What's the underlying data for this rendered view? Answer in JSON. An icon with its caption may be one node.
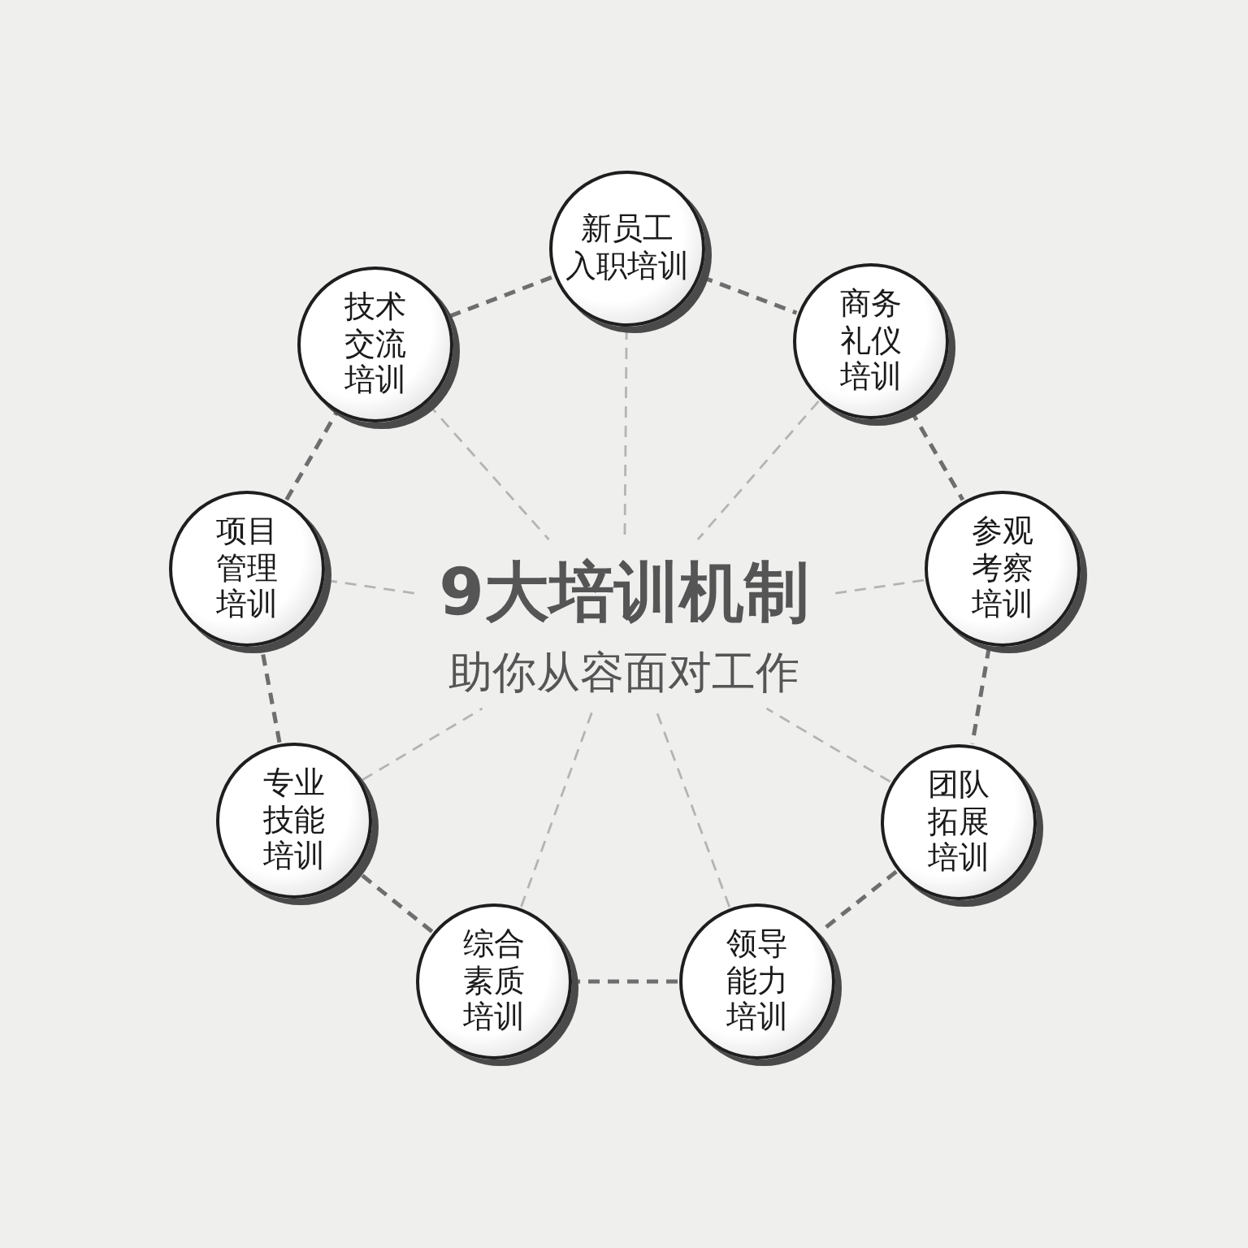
{
  "diagram": {
    "nodes": [
      {
        "text": [
          "9大培训机制",
          "助你从容面对工作"
        ]
      },
      {
        "text": [
          "新员工入职培训"
        ]
      },
      {
        "text": [
          "商务礼仪培训"
        ]
      },
      {
        "text": [
          "参观考察培训"
        ]
      },
      {
        "text": [
          "团队拓展培训"
        ]
      },
      {
        "text": [
          "领导能力培训"
        ]
      },
      {
        "text": [
          "综合素质培训"
        ]
      },
      {
        "text": [
          "专业技能培训"
        ]
      },
      {
        "text": [
          "项目管理培训"
        ]
      },
      {
        "text": [
          "技术交流培训"
        ]
      }
    ],
    "edges": [
      {
        "from": 1,
        "to": 2,
        "arrow": "none",
        "style": "dashed",
        "color": "#6e6e6e"
      },
      {
        "from": 2,
        "to": 3,
        "arrow": "none",
        "style": "dashed",
        "color": "#6e6e6e"
      },
      {
        "from": 3,
        "to": 4,
        "arrow": "none",
        "style": "dashed",
        "color": "#6e6e6e"
      },
      {
        "from": 4,
        "to": 5,
        "arrow": "none",
        "style": "dashed",
        "color": "#6e6e6e"
      },
      {
        "from": 5,
        "to": 6,
        "arrow": "none",
        "style": "dashed",
        "color": "#6e6e6e"
      },
      {
        "from": 6,
        "to": 7,
        "arrow": "none",
        "style": "dashed",
        "color": "#6e6e6e"
      },
      {
        "from": 7,
        "to": 8,
        "arrow": "none",
        "style": "dashed",
        "color": "#6e6e6e"
      },
      {
        "from": 8,
        "to": 9,
        "arrow": "none",
        "style": "dashed",
        "color": "#6e6e6e"
      },
      {
        "from": 9,
        "to": 1,
        "arrow": "none",
        "style": "dashed",
        "color": "#6e6e6e"
      },
      {
        "from": 1,
        "to": 0,
        "arrow": "none",
        "style": "dashed",
        "color": "#b4b4b4"
      },
      {
        "from": 2,
        "to": 0,
        "arrow": "none",
        "style": "dashed",
        "color": "#b4b4b4"
      },
      {
        "from": 3,
        "to": 0,
        "arrow": "none",
        "style": "dashed",
        "color": "#b4b4b4"
      },
      {
        "from": 4,
        "to": 0,
        "arrow": "none",
        "style": "dashed",
        "color": "#b4b4b4"
      },
      {
        "from": 5,
        "to": 0,
        "arrow": "none",
        "style": "dashed",
        "color": "#b4b4b4"
      },
      {
        "from": 6,
        "to": 0,
        "arrow": "none",
        "style": "dashed",
        "color": "#b4b4b4"
      },
      {
        "from": 7,
        "to": 0,
        "arrow": "none",
        "style": "dashed",
        "color": "#b4b4b4"
      },
      {
        "from": 8,
        "to": 0,
        "arrow": "none",
        "style": "dashed",
        "color": "#b4b4b4"
      },
      {
        "from": 9,
        "to": 0,
        "arrow": "none",
        "style": "dashed",
        "color": "#b4b4b4"
      }
    ]
  }
}
